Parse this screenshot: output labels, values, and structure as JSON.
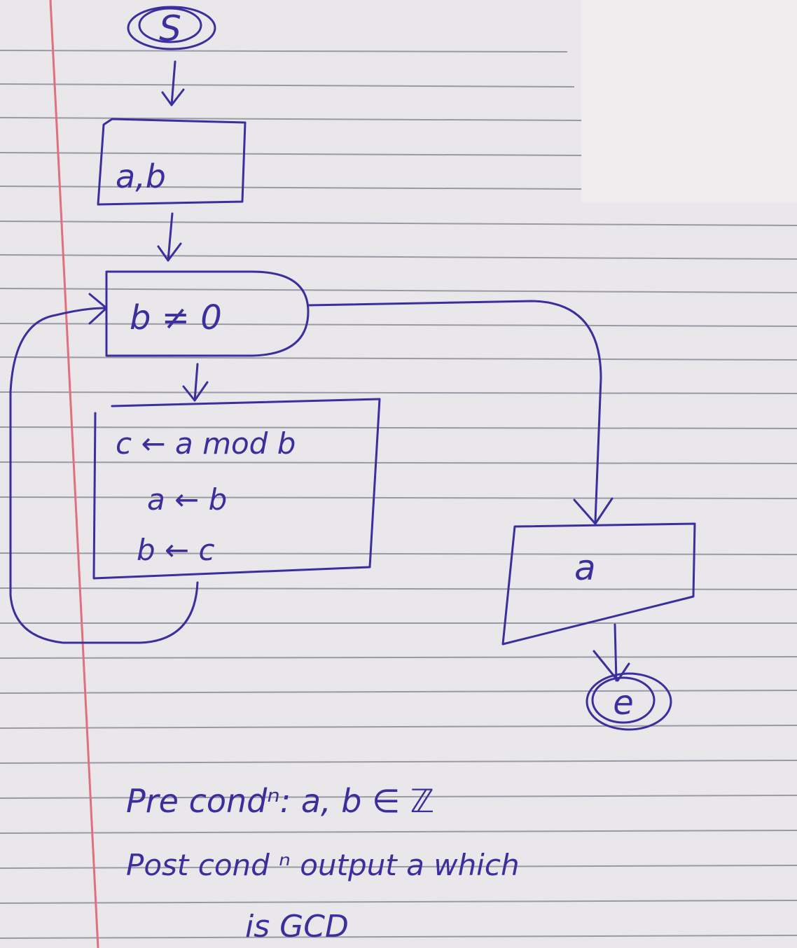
{
  "flowchart": {
    "start_label": "S",
    "input_label": "a,b",
    "condition_label": "b ≠ 0",
    "process_lines": [
      "c ← a mod b",
      "a ← b",
      "b ← c"
    ],
    "output_label": "a",
    "end_label": "e"
  },
  "notes": {
    "line1": "Pre condⁿ: a, b ∈ ℤ",
    "line2": "Post cond ⁿ output a which",
    "line3": "is GCD"
  },
  "colors": {
    "ink": "#3b2f9e",
    "margin_line": "#e07080",
    "rule_line": "#9a9aa6",
    "paper": "#e9e7ea"
  }
}
